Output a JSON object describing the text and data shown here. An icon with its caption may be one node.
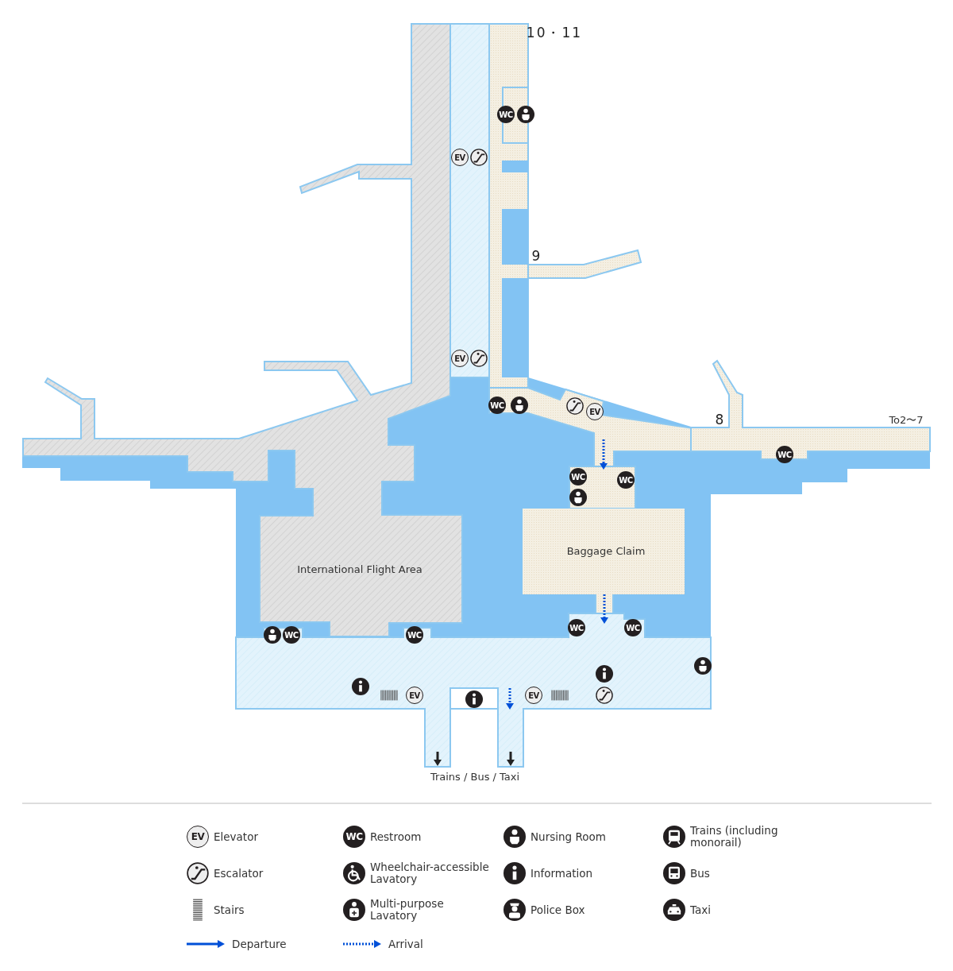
{
  "diagram": {
    "nodes": [
      {
        "text": [
          "International Flight Area"
        ]
      },
      {
        "text": [
          "Baggage Claim"
        ]
      }
    ],
    "labels": [
      "10・11",
      "WC",
      "EV",
      "9",
      "EV",
      "WC",
      "EV",
      "8",
      "To2〜7",
      "WC",
      "WC",
      "WC",
      "WC",
      "WC",
      "WC",
      "WC",
      "EV",
      "EV",
      "Trains / Bus / Taxi",
      "EV",
      "WC"
    ],
    "legend": [
      {
        "text": "Elevator"
      },
      {
        "text": "Escalator"
      },
      {
        "text": "Stairs"
      },
      {
        "text": "Departure"
      },
      {
        "text": "Restroom"
      },
      {
        "text": "Wheelchair-accessible Lavatory"
      },
      {
        "text": "Multi-purpose Lavatory"
      },
      {
        "text": "Arrival"
      },
      {
        "text": "Nursing Room"
      },
      {
        "text": "Information"
      },
      {
        "text": "Police Box"
      },
      {
        "text": "Trains (including monorail)"
      },
      {
        "text": "Bus"
      },
      {
        "text": "Taxi"
      }
    ]
  }
}
